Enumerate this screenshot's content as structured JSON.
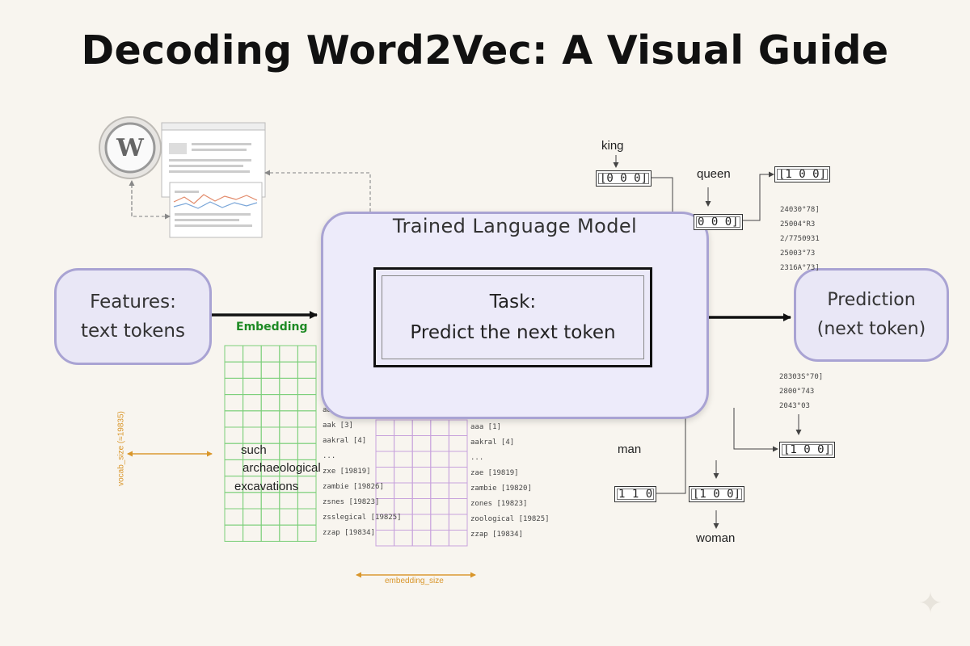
{
  "title": "Decoding Word2Vec: A Visual Guide",
  "features": {
    "line1": "Features:",
    "line2": "text tokens"
  },
  "model": {
    "title": "Trained Language Model",
    "task_line1": "Task:",
    "task_line2": "Predict the next token"
  },
  "prediction": {
    "line1": "Prediction",
    "line2": "(next token)"
  },
  "embedding_label": "Embedding",
  "wiki_logo": "W",
  "grid_words": [
    "such",
    "archaeological",
    "excavations"
  ],
  "vocab_axis_label": "vocab_size (≈19835)",
  "embedding_axis_label": "embedding_size",
  "vocab_list_left": [
    "aa",
    "aak [3]",
    "aakral [4]",
    "...",
    "zxe [19819]",
    "zambie [19826]",
    "zsnes [19823]",
    "zsslegical [19825]",
    "zzap [19834]"
  ],
  "vocab_list_right": [
    "aaa [1]",
    "aakral [4]",
    "...",
    "zae [19819]",
    "zambie [19820]",
    "zones [19823]",
    "zoological [19825]",
    "zzap [19834]"
  ],
  "analogy": {
    "king": "king",
    "queen": "queen",
    "man": "man",
    "woman": "woman",
    "vec_king": "[0 0 0]",
    "vec_queen": "0 0 0]",
    "vec_top_right": "[1 0 0]",
    "vec_mid_right": "[1 0 0]",
    "vec_man": "1 1 0",
    "vec_woman": "[1 0 0]"
  },
  "numbers_top": [
    "24030°78]",
    "25004°R3",
    "2/7750931",
    "25003°73",
    "2316A°73]"
  ],
  "numbers_bottom": [
    "28303S°70]",
    "2800°743",
    "2043°03"
  ],
  "colors": {
    "pill_fill": "#e9e7f6",
    "pill_border": "#a9a3d3",
    "grid_green": "#7ccf7a",
    "grid_purple": "#c7a2dc",
    "embedding_green": "#1e8a24",
    "axis_orange": "#d9962b"
  }
}
